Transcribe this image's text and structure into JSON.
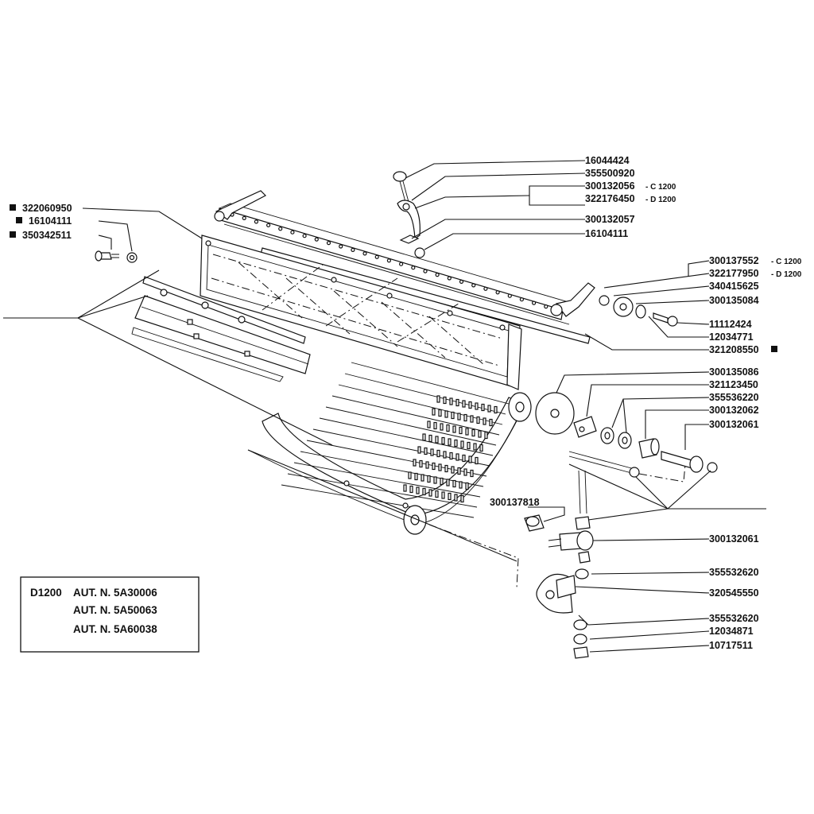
{
  "callouts": [
    {
      "id": "c1",
      "part": "16044424",
      "suffix": "",
      "mark": false
    },
    {
      "id": "c2",
      "part": "355500920",
      "suffix": "",
      "mark": false
    },
    {
      "id": "c3",
      "part": "300132056",
      "suffix": "- C 1200",
      "mark": false
    },
    {
      "id": "c4",
      "part": "322176450",
      "suffix": "- D 1200",
      "mark": false
    },
    {
      "id": "c5",
      "part": "300132057",
      "suffix": "",
      "mark": false
    },
    {
      "id": "c6",
      "part": "16104111",
      "suffix": "",
      "mark": false
    },
    {
      "id": "c7",
      "part": "322060950",
      "suffix": "",
      "mark": true
    },
    {
      "id": "c8",
      "part": "16104111",
      "suffix": "",
      "mark": true
    },
    {
      "id": "c9",
      "part": "350342511",
      "suffix": "",
      "mark": true
    },
    {
      "id": "c10",
      "part": "300137552",
      "suffix": "- C 1200",
      "mark": false
    },
    {
      "id": "c11",
      "part": "322177950",
      "suffix": "- D 1200",
      "mark": false
    },
    {
      "id": "c12",
      "part": "340415625",
      "suffix": "",
      "mark": false
    },
    {
      "id": "c13",
      "part": "300135084",
      "suffix": "",
      "mark": false
    },
    {
      "id": "c14",
      "part": "11112424",
      "suffix": "",
      "mark": false
    },
    {
      "id": "c15",
      "part": "12034771",
      "suffix": "",
      "mark": false
    },
    {
      "id": "c16",
      "part": "321208550",
      "suffix": "",
      "mark": true
    },
    {
      "id": "c17",
      "part": "300135086",
      "suffix": "",
      "mark": false
    },
    {
      "id": "c18",
      "part": "321123450",
      "suffix": "",
      "mark": false
    },
    {
      "id": "c19",
      "part": "355536220",
      "suffix": "",
      "mark": false
    },
    {
      "id": "c20",
      "part": "300132062",
      "suffix": "",
      "mark": false
    },
    {
      "id": "c21",
      "part": "300132061",
      "suffix": "",
      "mark": false
    },
    {
      "id": "c22",
      "part": "300137818",
      "suffix": "",
      "mark": false
    },
    {
      "id": "c23",
      "part": "300132061",
      "suffix": "",
      "mark": false
    },
    {
      "id": "c24",
      "part": "355532620",
      "suffix": "",
      "mark": false
    },
    {
      "id": "c25",
      "part": "320545550",
      "suffix": "",
      "mark": false
    },
    {
      "id": "c26",
      "part": "355532620",
      "suffix": "",
      "mark": false
    },
    {
      "id": "c27",
      "part": "12034871",
      "suffix": "",
      "mark": false
    },
    {
      "id": "c28",
      "part": "10717511",
      "suffix": "",
      "mark": false
    }
  ],
  "applicability": {
    "model": "D1200",
    "lines": [
      "AUT. N. 5A30006",
      "AUT. N. 5A50063",
      "AUT. N. 5A60038"
    ]
  }
}
